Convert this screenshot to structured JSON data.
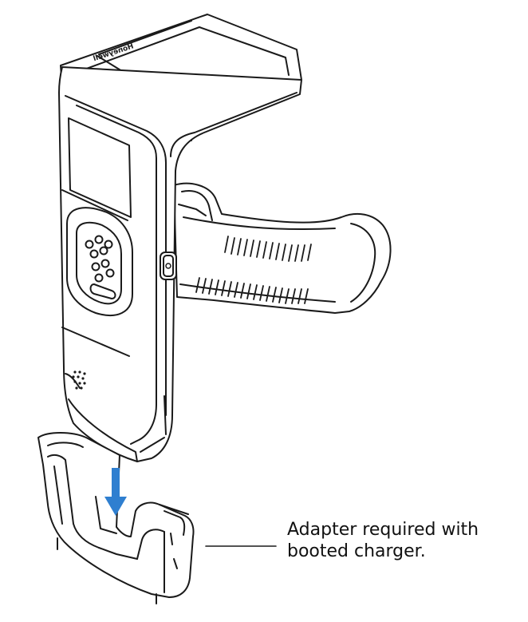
{
  "device": {
    "brand_logo": "Honeywell"
  },
  "callout": {
    "line1": "Adapter required with",
    "line2": "booted charger."
  },
  "colors": {
    "line": "#1a1a1a",
    "arrow": "#2f7fd0",
    "background": "#ffffff"
  },
  "icons": {
    "insert_arrow": "down-arrow-icon",
    "power_button": "power-icon"
  }
}
